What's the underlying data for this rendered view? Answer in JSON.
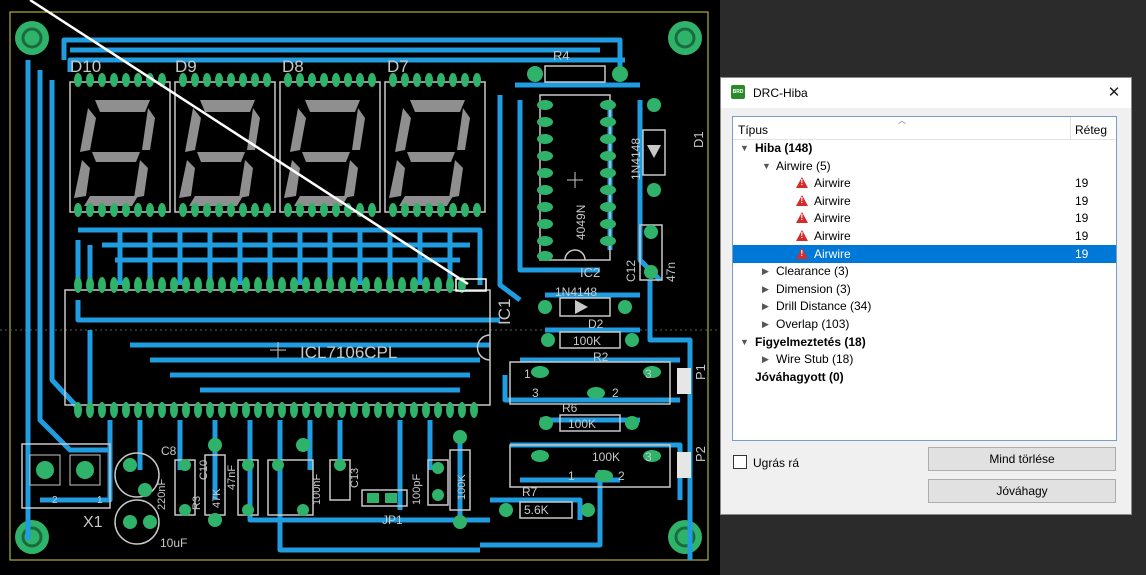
{
  "board": {
    "digit_labels": [
      "D10",
      "D9",
      "D8",
      "D7"
    ],
    "components": {
      "ic_main": "ICL7106CPL",
      "ic1": "IC1",
      "ic2": "IC2",
      "ic2_part": "4049N",
      "r4": "R4",
      "d1": "D1",
      "d1_part": "1N4148",
      "c12": "C12",
      "c12_value": "47n",
      "d2": "D2",
      "d2_part": "1N4148",
      "r2": "R2",
      "r2_value": "100K",
      "r6": "R6",
      "r6_value": "100K",
      "r7": "R7",
      "r7_value": "5.6K",
      "r_100k": "100K",
      "p1": "P1",
      "p2": "P2",
      "pin3_a": "3",
      "pin1_a": "1",
      "pin2_a": "2",
      "pin3_b": "3",
      "pin1_b": "1",
      "pin2_b": "2",
      "pin3_c": "3",
      "pin1_c": "1",
      "pin2_c": "2",
      "c8": "C8",
      "c8_value": "220nF",
      "c10": "C10",
      "c10_value": "10uF",
      "r3": "R3",
      "r3_value": "47K",
      "c_47nf": "47nF",
      "c_100nf": "100nF",
      "c13": "C13",
      "c_100pf": "100pF",
      "jp1": "JP1",
      "x1": "X1",
      "x1_pin2": "2",
      "x1_pin1": "1",
      "cap_10uf": "10uF"
    }
  },
  "dialog": {
    "title": "DRC-Hiba",
    "close_glyph": "✕",
    "columns": {
      "type": "Típus",
      "layer": "Réteg"
    },
    "rows": [
      {
        "label": "Hiba (148)",
        "layer": "",
        "arrow": "▼",
        "bold": true,
        "level": 0,
        "warn": false,
        "selected": false
      },
      {
        "label": "Airwire (5)",
        "layer": "",
        "arrow": "▼",
        "bold": false,
        "level": 1,
        "warn": false,
        "selected": false
      },
      {
        "label": "Airwire",
        "layer": "19",
        "arrow": "",
        "bold": false,
        "level": 2,
        "warn": true,
        "selected": false
      },
      {
        "label": "Airwire",
        "layer": "19",
        "arrow": "",
        "bold": false,
        "level": 2,
        "warn": true,
        "selected": false
      },
      {
        "label": "Airwire",
        "layer": "19",
        "arrow": "",
        "bold": false,
        "level": 2,
        "warn": true,
        "selected": false
      },
      {
        "label": "Airwire",
        "layer": "19",
        "arrow": "",
        "bold": false,
        "level": 2,
        "warn": true,
        "selected": false
      },
      {
        "label": "Airwire",
        "layer": "19",
        "arrow": "",
        "bold": false,
        "level": 2,
        "warn": true,
        "selected": true
      },
      {
        "label": "Clearance (3)",
        "layer": "",
        "arrow": "▶",
        "bold": false,
        "level": 1,
        "warn": false,
        "selected": false
      },
      {
        "label": "Dimension (3)",
        "layer": "",
        "arrow": "▶",
        "bold": false,
        "level": 1,
        "warn": false,
        "selected": false
      },
      {
        "label": "Drill Distance (34)",
        "layer": "",
        "arrow": "▶",
        "bold": false,
        "level": 1,
        "warn": false,
        "selected": false
      },
      {
        "label": "Overlap (103)",
        "layer": "",
        "arrow": "▶",
        "bold": false,
        "level": 1,
        "warn": false,
        "selected": false
      },
      {
        "label": "Figyelmeztetés (18)",
        "layer": "",
        "arrow": "▼",
        "bold": true,
        "level": 0,
        "warn": false,
        "selected": false
      },
      {
        "label": "Wire Stub (18)",
        "layer": "",
        "arrow": "▶",
        "bold": false,
        "level": 1,
        "warn": false,
        "selected": false
      },
      {
        "label": "Jóváhagyott (0)",
        "layer": "",
        "arrow": "",
        "bold": true,
        "level": 0,
        "warn": false,
        "selected": false
      }
    ],
    "jump_label": "Ugrás rá",
    "clear_all": "Mind törlése",
    "approve": "Jóváhagy",
    "colors": {
      "selection": "#0078d7",
      "trace": "#1f9de0",
      "pad": "#2fb36a",
      "silk": "#c8c8c8"
    }
  }
}
